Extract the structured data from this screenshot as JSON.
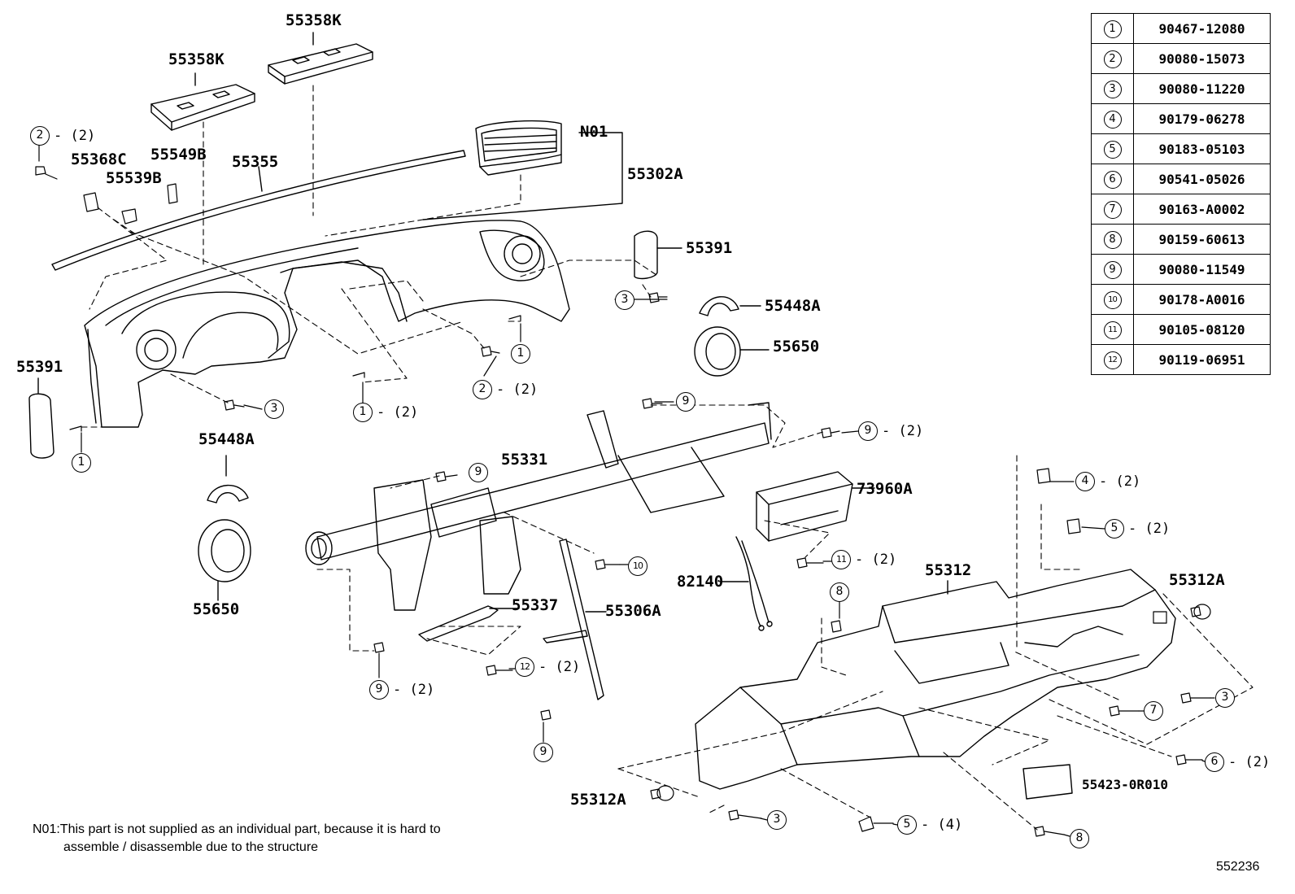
{
  "labels": {
    "upper_pad_a": "55358K",
    "upper_pad_b": "55358K",
    "n01": "N01",
    "panel_55302a": "55302A",
    "molding_55355": "55355",
    "clip_55368c": "55368C",
    "cushion_55549b": "55549B",
    "clip_55539b": "55539B",
    "cover_right": "55391",
    "cover_left": "55391",
    "ring_right": "55448A",
    "ring_left": "55448A",
    "duct_right": "55650",
    "duct_left": "55650",
    "reinforcement": "55331",
    "ecu_73960a": "73960A",
    "wire_82140": "82140",
    "lower_55312": "55312",
    "clip_55312a_right": "55312A",
    "clip_55312a_left": "55312A",
    "brace_55337": "55337",
    "brace_55306a": "55306A",
    "pad_55423": "55423-0R010"
  },
  "callouts": [
    {
      "id": "c1",
      "num": "2",
      "qty": "- (2)"
    },
    {
      "id": "c2",
      "num": "3",
      "qty": ""
    },
    {
      "id": "c3",
      "num": "1",
      "qty": ""
    },
    {
      "id": "c4",
      "num": "2",
      "qty": "- (2)"
    },
    {
      "id": "c5",
      "num": "1",
      "qty": "- (2)"
    },
    {
      "id": "c6",
      "num": "3",
      "qty": ""
    },
    {
      "id": "c7",
      "num": "1",
      "qty": ""
    },
    {
      "id": "c8",
      "num": "9",
      "qty": ""
    },
    {
      "id": "c9",
      "num": "9",
      "qty": "- (2)"
    },
    {
      "id": "c10",
      "num": "9",
      "qty": ""
    },
    {
      "id": "c11",
      "num": "4",
      "qty": "- (2)"
    },
    {
      "id": "c12",
      "num": "5",
      "qty": "- (2)"
    },
    {
      "id": "c13",
      "num": "10",
      "qty": ""
    },
    {
      "id": "c14",
      "num": "11",
      "qty": "- (2)"
    },
    {
      "id": "c15",
      "num": "8",
      "qty": ""
    },
    {
      "id": "c16",
      "num": "12",
      "qty": "- (2)"
    },
    {
      "id": "c17",
      "num": "9",
      "qty": "- (2)"
    },
    {
      "id": "c18",
      "num": "9",
      "qty": ""
    },
    {
      "id": "c19",
      "num": "3",
      "qty": ""
    },
    {
      "id": "c20",
      "num": "7",
      "qty": ""
    },
    {
      "id": "c21",
      "num": "6",
      "qty": "- (2)"
    },
    {
      "id": "c22",
      "num": "3",
      "qty": ""
    },
    {
      "id": "c23",
      "num": "5",
      "qty": "- (4)"
    },
    {
      "id": "c24",
      "num": "8",
      "qty": ""
    }
  ],
  "parts_table": [
    {
      "num": "1",
      "part": "90467-12080"
    },
    {
      "num": "2",
      "part": "90080-15073"
    },
    {
      "num": "3",
      "part": "90080-11220"
    },
    {
      "num": "4",
      "part": "90179-06278"
    },
    {
      "num": "5",
      "part": "90183-05103"
    },
    {
      "num": "6",
      "part": "90541-05026"
    },
    {
      "num": "7",
      "part": "90163-A0002"
    },
    {
      "num": "8",
      "part": "90159-60613"
    },
    {
      "num": "9",
      "part": "90080-11549"
    },
    {
      "num": "10",
      "part": "90178-A0016"
    },
    {
      "num": "11",
      "part": "90105-08120"
    },
    {
      "num": "12",
      "part": "90119-06951"
    }
  ],
  "note": {
    "line1": "N01:This part is not supplied as an individual part, because it is hard to",
    "line2": "assemble / disassemble due to the structure"
  },
  "figure_number": "552236"
}
